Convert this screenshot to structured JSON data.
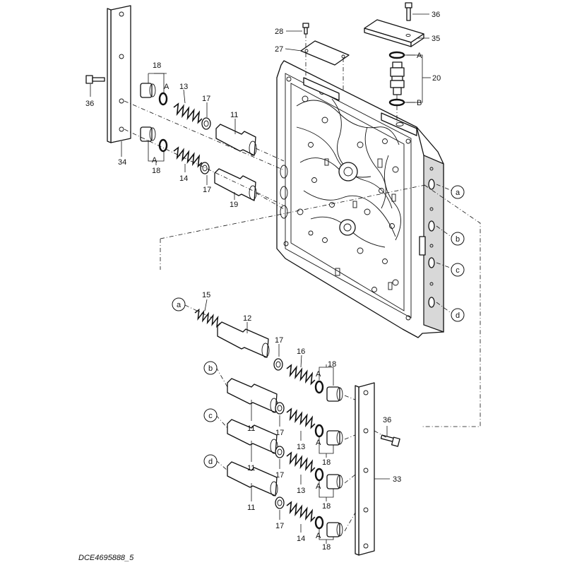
{
  "drawing_number": "DCE4695888_5",
  "part_numbers": {
    "p11": "11",
    "p12": "12",
    "p13": "13",
    "p14": "14",
    "p15": "15",
    "p16": "16",
    "p17": "17",
    "p18": "18",
    "p19": "19",
    "p20": "20",
    "p27": "27",
    "p28": "28",
    "p33": "33",
    "p34": "34",
    "p35": "35",
    "p36": "36"
  },
  "port_letters": {
    "A": "A",
    "B": "B"
  },
  "circled_refs": {
    "a": "a",
    "b": "b",
    "c": "c",
    "d": "d"
  }
}
